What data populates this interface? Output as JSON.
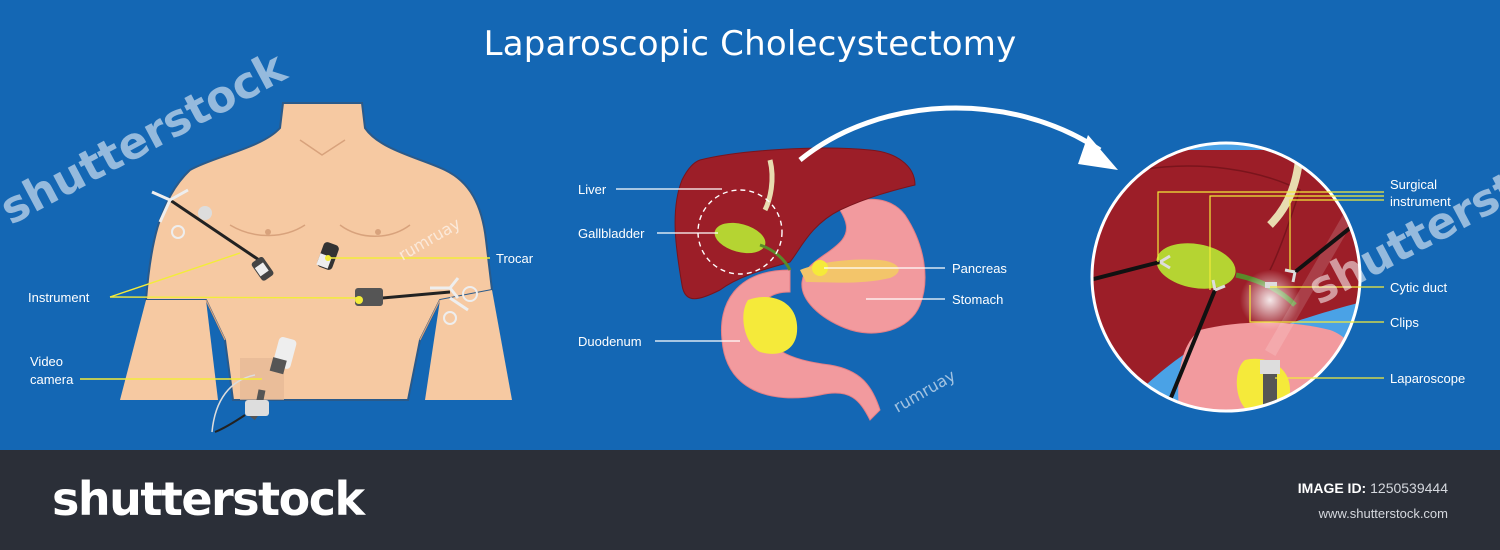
{
  "title": "Laparoscopic Cholecystectomy",
  "labels": {
    "trocar": "Trocar",
    "instrument": "Instrument",
    "video_camera_1": "Video",
    "video_camera_2": "camera",
    "liver": "Liver",
    "gallbladder": "Gallbladder",
    "duodenum": "Duodenum",
    "pancreas": "Pancreas",
    "stomach": "Stomach",
    "surgical_instrument_1": "Surgical",
    "surgical_instrument_2": "instrument",
    "cytic_duct": "Cytic duct",
    "clips": "Clips",
    "laparoscope": "Laparoscope"
  },
  "watermarks": {
    "brand": "shutterstock",
    "author": "rumruay"
  },
  "footer": {
    "brand": "shutterstock",
    "image_id_label": "IMAGE ID:",
    "image_id_value": "1250539444",
    "url": "www.shutterstock.com"
  },
  "colors": {
    "background": "#1467b4",
    "footer": "#2b2f38",
    "skin": "#f6c9a2",
    "liver": "#9c1e28",
    "gallbladder": "#b5d432",
    "stomach": "#f29a9e",
    "pancreas": "#f6e26a",
    "leader_white": "#ffffff",
    "leader_yellow": "#f3ec3a"
  }
}
